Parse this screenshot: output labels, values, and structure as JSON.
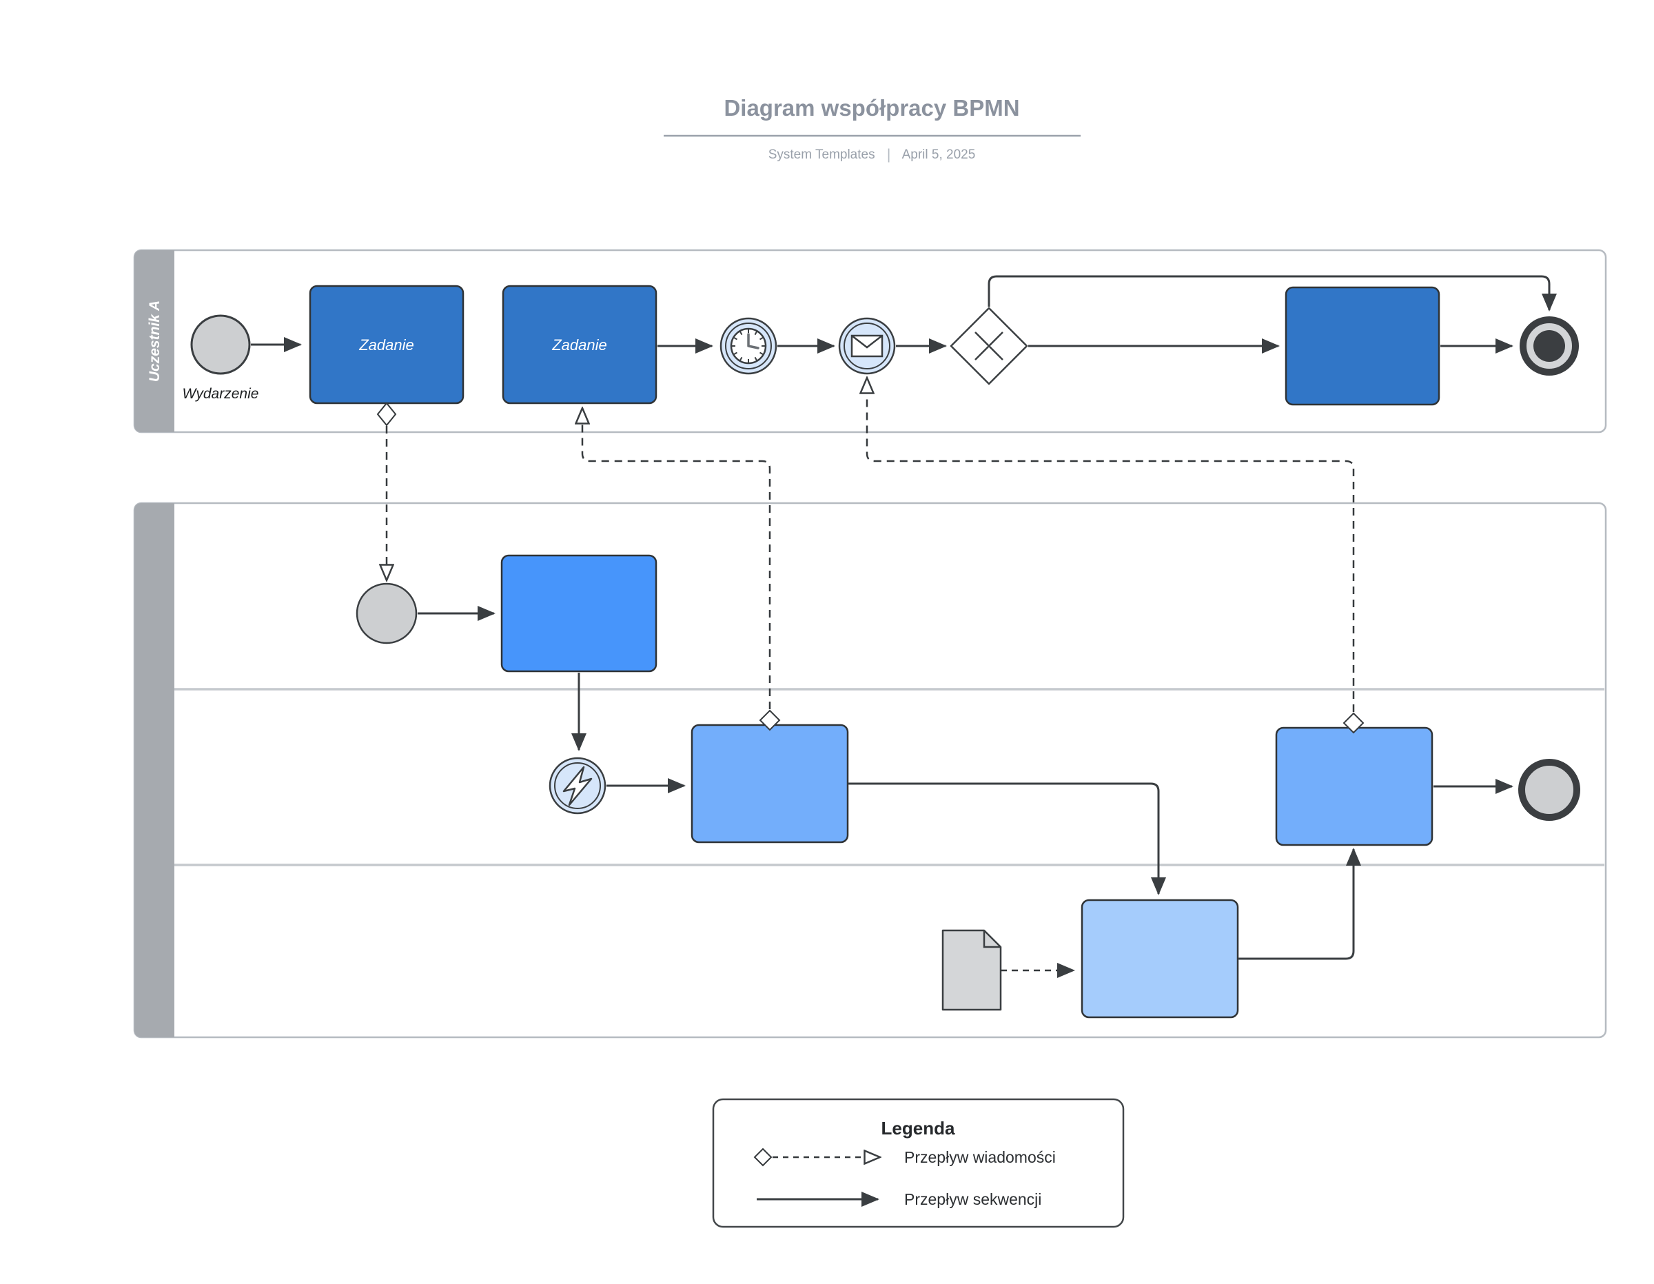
{
  "header": {
    "title": "Diagram współpracy BPMN",
    "source": "System Templates",
    "separator": "|",
    "date": "April 5, 2025"
  },
  "pool_a": {
    "label": "Uczestnik A",
    "start_event": {
      "label": "Wydarzenie"
    },
    "tasks": [
      {
        "label": "Zadanie"
      },
      {
        "label": "Zadanie"
      },
      {
        "label": ""
      }
    ]
  },
  "pool_b": {
    "label": "",
    "lanes": 3
  },
  "legend": {
    "title": "Legenda",
    "items": [
      {
        "type": "message-flow",
        "label": "Przepływ wiadomości"
      },
      {
        "type": "sequence-flow",
        "label": "Przepływ sekwencji"
      }
    ]
  },
  "colors": {
    "task_dark_blue": "#3176c7",
    "task_bright_blue": "#4795fb",
    "task_medium_blue": "#73aefb",
    "task_light_blue": "#a5ccfc",
    "event_gray": "#cdcfd1",
    "event_blue_fill": "#d6e6fa",
    "end_event_dark": "#3b3e41",
    "end_event_inner_ring": "#d3d5d7",
    "document_gray": "#d4d6d8",
    "pool_header_gray": "#a6aaaf",
    "pool_border": "#b6bbc1",
    "title_gray": "#8b929e"
  }
}
